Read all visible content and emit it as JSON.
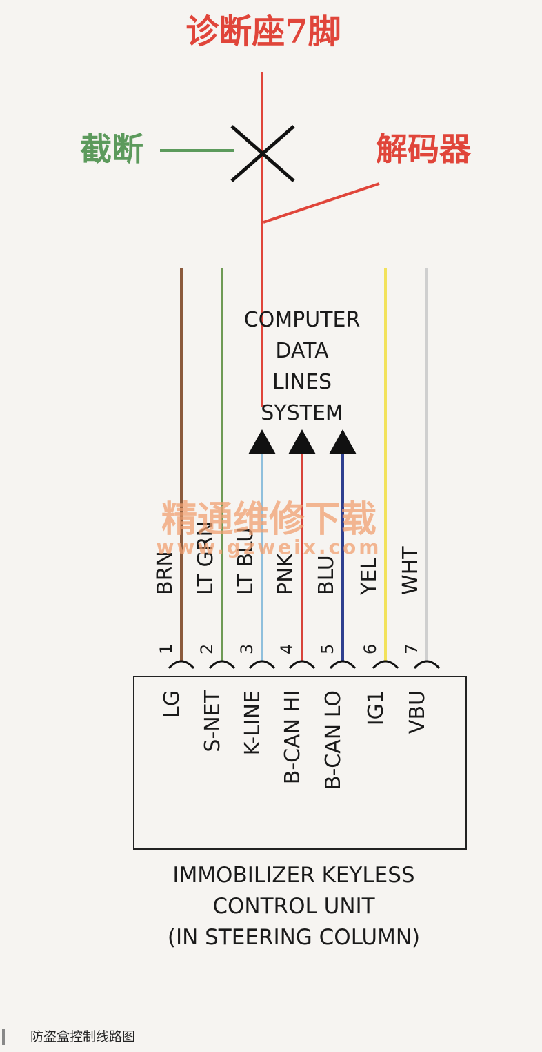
{
  "annotations": {
    "diag_pin7": "诊断座7脚",
    "cut": "截断",
    "decoder": "解码器"
  },
  "center_text": [
    "COMPUTER",
    "DATA",
    "LINES",
    "SYSTEM"
  ],
  "wires": [
    {
      "pin": "1",
      "color_name": "BRN",
      "signal": "LG",
      "color": "#8b5a3c"
    },
    {
      "pin": "2",
      "color_name": "LT GRN",
      "signal": "S-NET",
      "color": "#6e9a55"
    },
    {
      "pin": "3",
      "color_name": "LT BLU",
      "signal": "K-LINE",
      "color": "#8fbfdc"
    },
    {
      "pin": "4",
      "color_name": "PNK",
      "signal": "B-CAN HI",
      "color": "#d8433a"
    },
    {
      "pin": "5",
      "color_name": "BLU",
      "signal": "B-CAN LO",
      "color": "#2e3f8f"
    },
    {
      "pin": "6",
      "color_name": "YEL",
      "signal": "IG1",
      "color": "#f2e25c"
    },
    {
      "pin": "7",
      "color_name": "WHT",
      "signal": "VBU",
      "color": "#cfcfcf"
    }
  ],
  "unit_label": [
    "IMMOBILIZER KEYLESS",
    "CONTROL UNIT",
    "(IN STEERING COLUMN)"
  ],
  "watermark": {
    "cn": "精通维修下载",
    "url": "www.gzweix.com"
  },
  "caption": "防盗盒控制线路图",
  "colors": {
    "red": "#e0453a",
    "green": "#5c9a5c",
    "black": "#111111",
    "watermark": "#f0a070"
  }
}
